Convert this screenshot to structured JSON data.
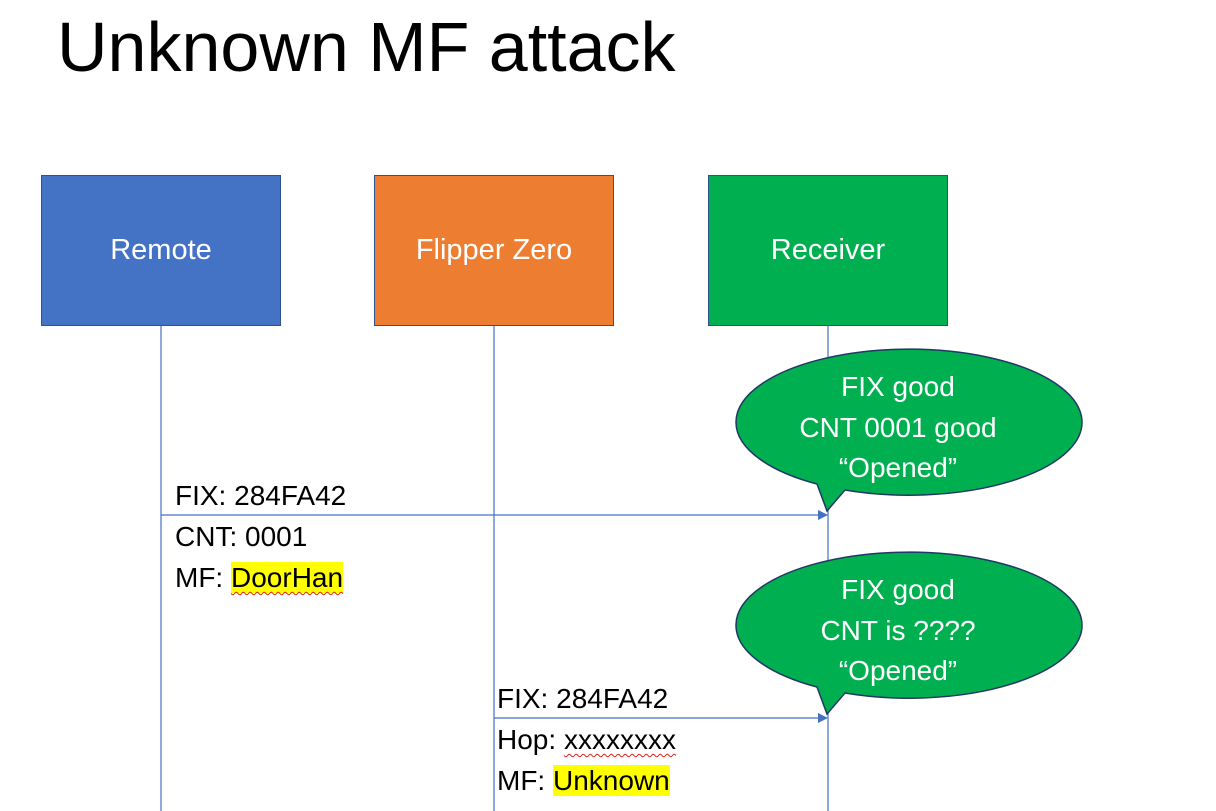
{
  "title": "Unknown MF attack",
  "participants": {
    "remote": "Remote",
    "flipper": "Flipper Zero",
    "receiver": "Receiver"
  },
  "message1": {
    "line1": "FIX: 284FA42",
    "line2": "CNT: 0001",
    "mf_prefix": "MF: ",
    "mf_value": "DoorHan"
  },
  "message2": {
    "line1": "FIX: 284FA42",
    "hop_prefix": "Hop: ",
    "hop_value": "xxxxxxxx",
    "mf_prefix": "MF: ",
    "mf_value": "Unknown"
  },
  "bubble1": {
    "line1": "FIX good",
    "line2": "CNT 0001 good",
    "line3": "“Opened”"
  },
  "bubble2": {
    "line1": "FIX good",
    "line2": "CNT is ????",
    "line3": "“Opened”"
  },
  "colors": {
    "remote": "#4472c4",
    "flipper": "#ed7d31",
    "receiver": "#00b050",
    "line": "#4472c4",
    "highlight": "#ffff00"
  }
}
